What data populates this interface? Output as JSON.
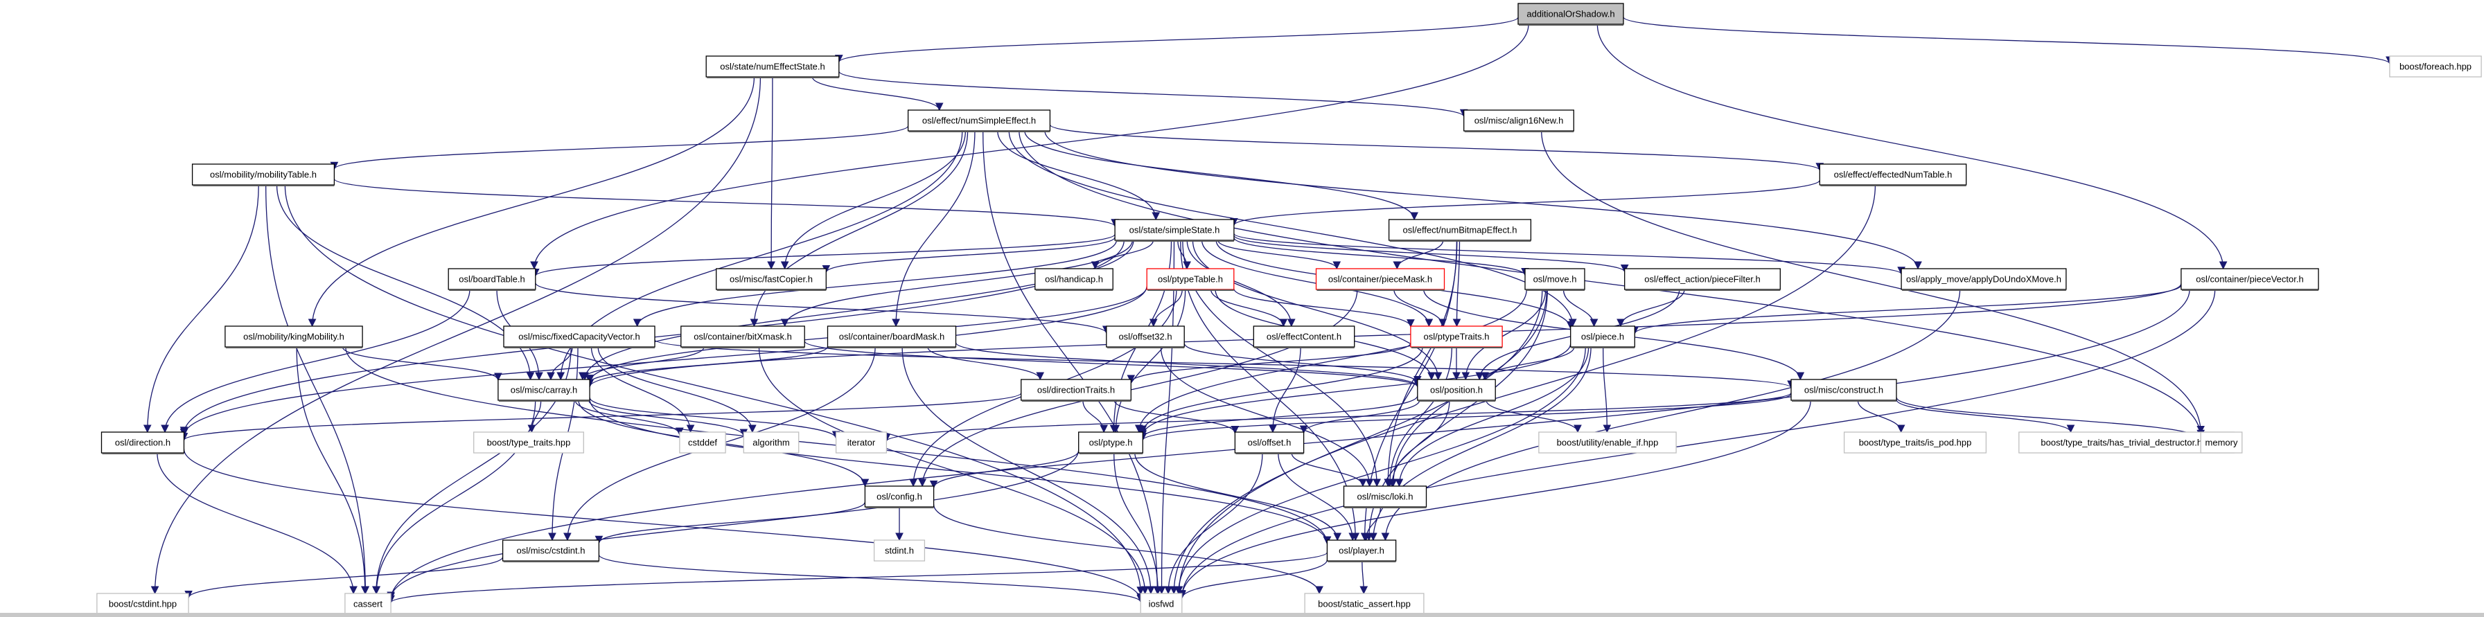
{
  "title": "additionalOrShadow.h include dependency graph",
  "colors": {
    "edge": "#191970",
    "root_fill": "#bfbfbf",
    "normal_border": "#000000",
    "highlight_border": "#ff0000",
    "external_border": "#bfbfbf",
    "background": "#ffffff"
  },
  "nodes": [
    {
      "id": "root",
      "label": "additionalOrShadow.h",
      "kind": "root"
    },
    {
      "id": "numEffectState",
      "label": "osl/state/numEffectState.h",
      "kind": "normal"
    },
    {
      "id": "foreach",
      "label": "boost/foreach.hpp",
      "kind": "external"
    },
    {
      "id": "numSimpleEffect",
      "label": "osl/effect/numSimpleEffect.h",
      "kind": "normal"
    },
    {
      "id": "align16New",
      "label": "osl/misc/align16New.h",
      "kind": "normal"
    },
    {
      "id": "mobilityTable",
      "label": "osl/mobility/mobilityTable.h",
      "kind": "normal"
    },
    {
      "id": "effectedNumTable",
      "label": "osl/effect/effectedNumTable.h",
      "kind": "normal"
    },
    {
      "id": "simpleState",
      "label": "osl/state/simpleState.h",
      "kind": "normal"
    },
    {
      "id": "numBitmapEffect",
      "label": "osl/effect/numBitmapEffect.h",
      "kind": "normal"
    },
    {
      "id": "boardTable",
      "label": "osl/boardTable.h",
      "kind": "normal"
    },
    {
      "id": "fastCopier",
      "label": "osl/misc/fastCopier.h",
      "kind": "normal"
    },
    {
      "id": "handicap",
      "label": "osl/handicap.h",
      "kind": "normal"
    },
    {
      "id": "ptypeTable",
      "label": "osl/ptypeTable.h",
      "kind": "highlight"
    },
    {
      "id": "pieceMask",
      "label": "osl/container/pieceMask.h",
      "kind": "highlight"
    },
    {
      "id": "move",
      "label": "osl/move.h",
      "kind": "normal"
    },
    {
      "id": "pieceFilter",
      "label": "osl/effect_action/pieceFilter.h",
      "kind": "normal"
    },
    {
      "id": "applyDoUndo",
      "label": "osl/apply_move/applyDoUndoXMove.h",
      "kind": "normal"
    },
    {
      "id": "pieceVector",
      "label": "osl/container/pieceVector.h",
      "kind": "normal"
    },
    {
      "id": "kingMobility",
      "label": "osl/mobility/kingMobility.h",
      "kind": "normal"
    },
    {
      "id": "fixedCapacityVector",
      "label": "osl/misc/fixedCapacityVector.h",
      "kind": "normal"
    },
    {
      "id": "bitXmask",
      "label": "osl/container/bitXmask.h",
      "kind": "normal"
    },
    {
      "id": "boardMask",
      "label": "osl/container/boardMask.h",
      "kind": "normal"
    },
    {
      "id": "offset32",
      "label": "osl/offset32.h",
      "kind": "normal"
    },
    {
      "id": "effectContent",
      "label": "osl/effectContent.h",
      "kind": "normal"
    },
    {
      "id": "ptypeTraits",
      "label": "osl/ptypeTraits.h",
      "kind": "highlight"
    },
    {
      "id": "piece",
      "label": "osl/piece.h",
      "kind": "normal"
    },
    {
      "id": "carray",
      "label": "osl/misc/carray.h",
      "kind": "normal"
    },
    {
      "id": "directionTraits",
      "label": "osl/directionTraits.h",
      "kind": "normal"
    },
    {
      "id": "position",
      "label": "osl/position.h",
      "kind": "normal"
    },
    {
      "id": "construct",
      "label": "osl/misc/construct.h",
      "kind": "normal"
    },
    {
      "id": "direction",
      "label": "osl/direction.h",
      "kind": "normal"
    },
    {
      "id": "typeTraits",
      "label": "boost/type_traits.hpp",
      "kind": "external"
    },
    {
      "id": "cstddef",
      "label": "cstddef",
      "kind": "external"
    },
    {
      "id": "algorithm",
      "label": "algorithm",
      "kind": "external"
    },
    {
      "id": "iterator",
      "label": "iterator",
      "kind": "external"
    },
    {
      "id": "ptype",
      "label": "osl/ptype.h",
      "kind": "normal"
    },
    {
      "id": "offset",
      "label": "osl/offset.h",
      "kind": "normal"
    },
    {
      "id": "enableIf",
      "label": "boost/utility/enable_if.hpp",
      "kind": "external"
    },
    {
      "id": "isPod",
      "label": "boost/type_traits/is_pod.hpp",
      "kind": "external"
    },
    {
      "id": "hasTrivialDestructor",
      "label": "boost/type_traits/has_trivial_destructor.hpp",
      "kind": "external"
    },
    {
      "id": "memory",
      "label": "memory",
      "kind": "external"
    },
    {
      "id": "config",
      "label": "osl/config.h",
      "kind": "normal"
    },
    {
      "id": "loki",
      "label": "osl/misc/loki.h",
      "kind": "normal"
    },
    {
      "id": "cstdint",
      "label": "osl/misc/cstdint.h",
      "kind": "normal"
    },
    {
      "id": "stdint",
      "label": "stdint.h",
      "kind": "external"
    },
    {
      "id": "player",
      "label": "osl/player.h",
      "kind": "normal"
    },
    {
      "id": "boostCstdint",
      "label": "boost/cstdint.hpp",
      "kind": "external"
    },
    {
      "id": "cassert",
      "label": "cassert",
      "kind": "external"
    },
    {
      "id": "iosfwd",
      "label": "iosfwd",
      "kind": "external"
    },
    {
      "id": "staticAssert",
      "label": "boost/static_assert.hpp",
      "kind": "external"
    }
  ],
  "edges": [
    [
      "root",
      "numEffectState"
    ],
    [
      "root",
      "foreach"
    ],
    [
      "root",
      "boardTable"
    ],
    [
      "root",
      "pieceVector"
    ],
    [
      "numEffectState",
      "numSimpleEffect"
    ],
    [
      "numEffectState",
      "align16New"
    ],
    [
      "numEffectState",
      "kingMobility"
    ],
    [
      "numEffectState",
      "fastCopier"
    ],
    [
      "numEffectState",
      "boostCstdint"
    ],
    [
      "numSimpleEffect",
      "mobilityTable"
    ],
    [
      "numSimpleEffect",
      "effectedNumTable"
    ],
    [
      "numSimpleEffect",
      "simpleState"
    ],
    [
      "numSimpleEffect",
      "numBitmapEffect"
    ],
    [
      "numSimpleEffect",
      "boardMask"
    ],
    [
      "numSimpleEffect",
      "fastCopier"
    ],
    [
      "numSimpleEffect",
      "carray"
    ],
    [
      "numSimpleEffect",
      "bitXmask"
    ],
    [
      "numSimpleEffect",
      "piece"
    ],
    [
      "numSimpleEffect",
      "applyDoUndo"
    ],
    [
      "numSimpleEffect",
      "iosfwd"
    ],
    [
      "numSimpleEffect",
      "memory"
    ],
    [
      "align16New",
      "memory"
    ],
    [
      "mobilityTable",
      "simpleState"
    ],
    [
      "mobilityTable",
      "carray"
    ],
    [
      "mobilityTable",
      "direction"
    ],
    [
      "mobilityTable",
      "cassert"
    ],
    [
      "mobilityTable",
      "iosfwd"
    ],
    [
      "effectedNumTable",
      "simpleState"
    ],
    [
      "effectedNumTable",
      "iosfwd"
    ],
    [
      "simpleState",
      "boardTable"
    ],
    [
      "simpleState",
      "fastCopier"
    ],
    [
      "simpleState",
      "handicap"
    ],
    [
      "simpleState",
      "ptypeTable"
    ],
    [
      "simpleState",
      "pieceMask"
    ],
    [
      "simpleState",
      "move"
    ],
    [
      "simpleState",
      "pieceFilter"
    ],
    [
      "simpleState",
      "applyDoUndo"
    ],
    [
      "simpleState",
      "effectContent"
    ],
    [
      "simpleState",
      "ptypeTraits"
    ],
    [
      "simpleState",
      "piece"
    ],
    [
      "simpleState",
      "carray"
    ],
    [
      "simpleState",
      "bitXmask"
    ],
    [
      "simpleState",
      "fixedCapacityVector"
    ],
    [
      "simpleState",
      "direction"
    ],
    [
      "simpleState",
      "ptype"
    ],
    [
      "simpleState",
      "player"
    ],
    [
      "simpleState",
      "loki"
    ],
    [
      "simpleState",
      "iosfwd"
    ],
    [
      "simpleState",
      "position"
    ],
    [
      "numBitmapEffect",
      "pieceMask"
    ],
    [
      "numBitmapEffect",
      "ptypeTraits"
    ],
    [
      "numBitmapEffect",
      "player"
    ],
    [
      "numBitmapEffect",
      "loki"
    ],
    [
      "boardTable",
      "carray"
    ],
    [
      "boardTable",
      "direction"
    ],
    [
      "boardTable",
      "offset32"
    ],
    [
      "ptypeTable",
      "offset32"
    ],
    [
      "ptypeTable",
      "effectContent"
    ],
    [
      "ptypeTable",
      "ptypeTraits"
    ],
    [
      "ptypeTable",
      "carray"
    ],
    [
      "ptypeTable",
      "direction"
    ],
    [
      "ptypeTable",
      "config"
    ],
    [
      "ptypeTable",
      "ptype"
    ],
    [
      "ptypeTable",
      "position"
    ],
    [
      "pieceMask",
      "ptypeTraits"
    ],
    [
      "pieceMask",
      "config"
    ],
    [
      "pieceMask",
      "construct"
    ],
    [
      "move",
      "piece"
    ],
    [
      "move",
      "position"
    ],
    [
      "move",
      "ptype"
    ],
    [
      "move",
      "player"
    ],
    [
      "move",
      "loki"
    ],
    [
      "move",
      "iosfwd"
    ],
    [
      "pieceFilter",
      "piece"
    ],
    [
      "pieceFilter",
      "position"
    ],
    [
      "applyDoUndo",
      "player"
    ],
    [
      "pieceVector",
      "piece"
    ],
    [
      "pieceVector",
      "carray"
    ],
    [
      "pieceVector",
      "iosfwd"
    ],
    [
      "pieceVector",
      "cassert"
    ],
    [
      "kingMobility",
      "carray"
    ],
    [
      "kingMobility",
      "player"
    ],
    [
      "kingMobility",
      "cassert"
    ],
    [
      "fixedCapacityVector",
      "carray"
    ],
    [
      "fixedCapacityVector",
      "cstddef"
    ],
    [
      "fixedCapacityVector",
      "algorithm"
    ],
    [
      "fixedCapacityVector",
      "cstdint"
    ],
    [
      "fixedCapacityVector",
      "cassert"
    ],
    [
      "fixedCapacityVector",
      "construct"
    ],
    [
      "bitXmask",
      "carray"
    ],
    [
      "bitXmask",
      "iosfwd"
    ],
    [
      "bitXmask",
      "position"
    ],
    [
      "boardMask",
      "carray"
    ],
    [
      "boardMask",
      "cstdint"
    ],
    [
      "boardMask",
      "directionTraits"
    ],
    [
      "boardMask",
      "position"
    ],
    [
      "boardMask",
      "iosfwd"
    ],
    [
      "offset32",
      "position"
    ],
    [
      "offset32",
      "loki"
    ],
    [
      "effectContent",
      "offset"
    ],
    [
      "ptypeTraits",
      "directionTraits"
    ],
    [
      "ptypeTraits",
      "position"
    ],
    [
      "ptypeTraits",
      "ptype"
    ],
    [
      "ptypeTraits",
      "loki"
    ],
    [
      "piece",
      "position"
    ],
    [
      "piece",
      "ptype"
    ],
    [
      "piece",
      "player"
    ],
    [
      "piece",
      "iosfwd"
    ],
    [
      "piece",
      "enableIf"
    ],
    [
      "piece",
      "loki"
    ],
    [
      "carray",
      "typeTraits"
    ],
    [
      "carray",
      "cstddef"
    ],
    [
      "carray",
      "algorithm"
    ],
    [
      "carray",
      "iterator"
    ],
    [
      "carray",
      "config"
    ],
    [
      "carray",
      "cassert"
    ],
    [
      "carray",
      "player"
    ],
    [
      "directionTraits",
      "ptype"
    ],
    [
      "directionTraits",
      "direction"
    ],
    [
      "directionTraits",
      "offset"
    ],
    [
      "position",
      "offset"
    ],
    [
      "position",
      "loki"
    ],
    [
      "position",
      "enableIf"
    ],
    [
      "position",
      "ptype"
    ],
    [
      "construct",
      "isPod"
    ],
    [
      "construct",
      "hasTrivialDestructor"
    ],
    [
      "construct",
      "memory"
    ],
    [
      "construct",
      "iterator"
    ],
    [
      "construct",
      "ptype"
    ],
    [
      "construct",
      "iosfwd"
    ],
    [
      "direction",
      "cassert"
    ],
    [
      "direction",
      "iosfwd"
    ],
    [
      "ptype",
      "config"
    ],
    [
      "ptype",
      "player"
    ],
    [
      "ptype",
      "iosfwd"
    ],
    [
      "ptype",
      "cassert"
    ],
    [
      "offset",
      "loki"
    ],
    [
      "offset",
      "player"
    ],
    [
      "offset",
      "iosfwd"
    ],
    [
      "config",
      "cstdint"
    ],
    [
      "config",
      "stdint"
    ],
    [
      "config",
      "staticAssert"
    ],
    [
      "loki",
      "player"
    ],
    [
      "cstdint",
      "boostCstdint"
    ],
    [
      "cstdint",
      "iosfwd"
    ],
    [
      "player",
      "cassert"
    ],
    [
      "player",
      "iosfwd"
    ],
    [
      "player",
      "staticAssert"
    ]
  ]
}
